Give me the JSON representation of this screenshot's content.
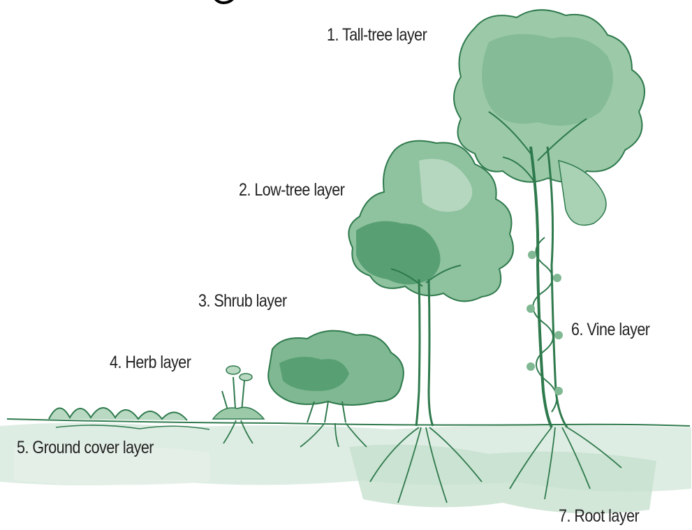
{
  "layers": [
    {
      "id": "tall-tree",
      "label": "1. Tall-tree layer"
    },
    {
      "id": "low-tree",
      "label": "2. Low-tree layer"
    },
    {
      "id": "shrub",
      "label": "3. Shrub layer"
    },
    {
      "id": "herb",
      "label": "4. Herb layer"
    },
    {
      "id": "ground-cover",
      "label": "5. Ground cover layer"
    },
    {
      "id": "vine",
      "label": "6. Vine layer"
    },
    {
      "id": "root",
      "label": "7. Root layer"
    }
  ],
  "colors": {
    "foliage_dark": "#4f9a6c",
    "foliage_mid": "#7fb892",
    "foliage_light": "#b9d9c2",
    "line": "#2f7a4d",
    "soil": "#d6e9dc",
    "text": "#222222"
  }
}
